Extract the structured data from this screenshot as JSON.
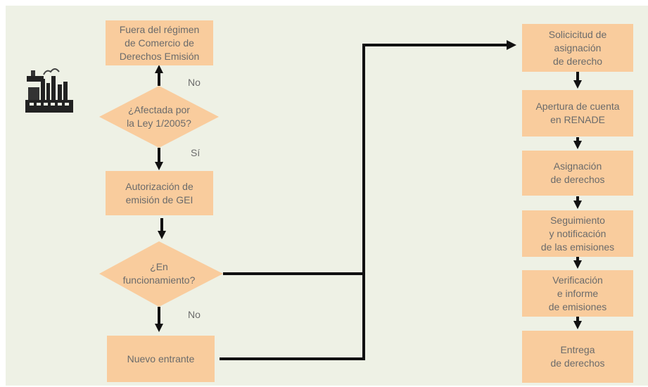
{
  "nodes": {
    "fuera_regimen": "Fuera del régimen\nde Comercio de\nDerechos Emisión",
    "afectada": "¿Afectada por\nla Ley 1/2005?",
    "autorizacion": "Autorización de\nemisión de GEI",
    "funcionamiento": "¿En\nfuncionamiento?",
    "nuevo_entrante": "Nuevo entrante",
    "solicitud": "Solicicitud de\nasignación\nde derecho",
    "apertura": "Apertura de cuenta\nen RENADE",
    "asignacion": "Asignación\nde derechos",
    "seguimiento": "Seguimiento\ny notificación\nde las emisiones",
    "verificacion": "Verificación\ne informe\nde emisiones",
    "entrega": "Entrega\nde derechos"
  },
  "edge_labels": {
    "no_top": "No",
    "si": "Sí",
    "no_bottom": "No"
  },
  "icons": {
    "factory": "factory-icon"
  },
  "colors": {
    "background": "#eef1e5",
    "node_fill": "#f9cc9d",
    "connector": "#111111",
    "text": "#6b6b6b"
  }
}
